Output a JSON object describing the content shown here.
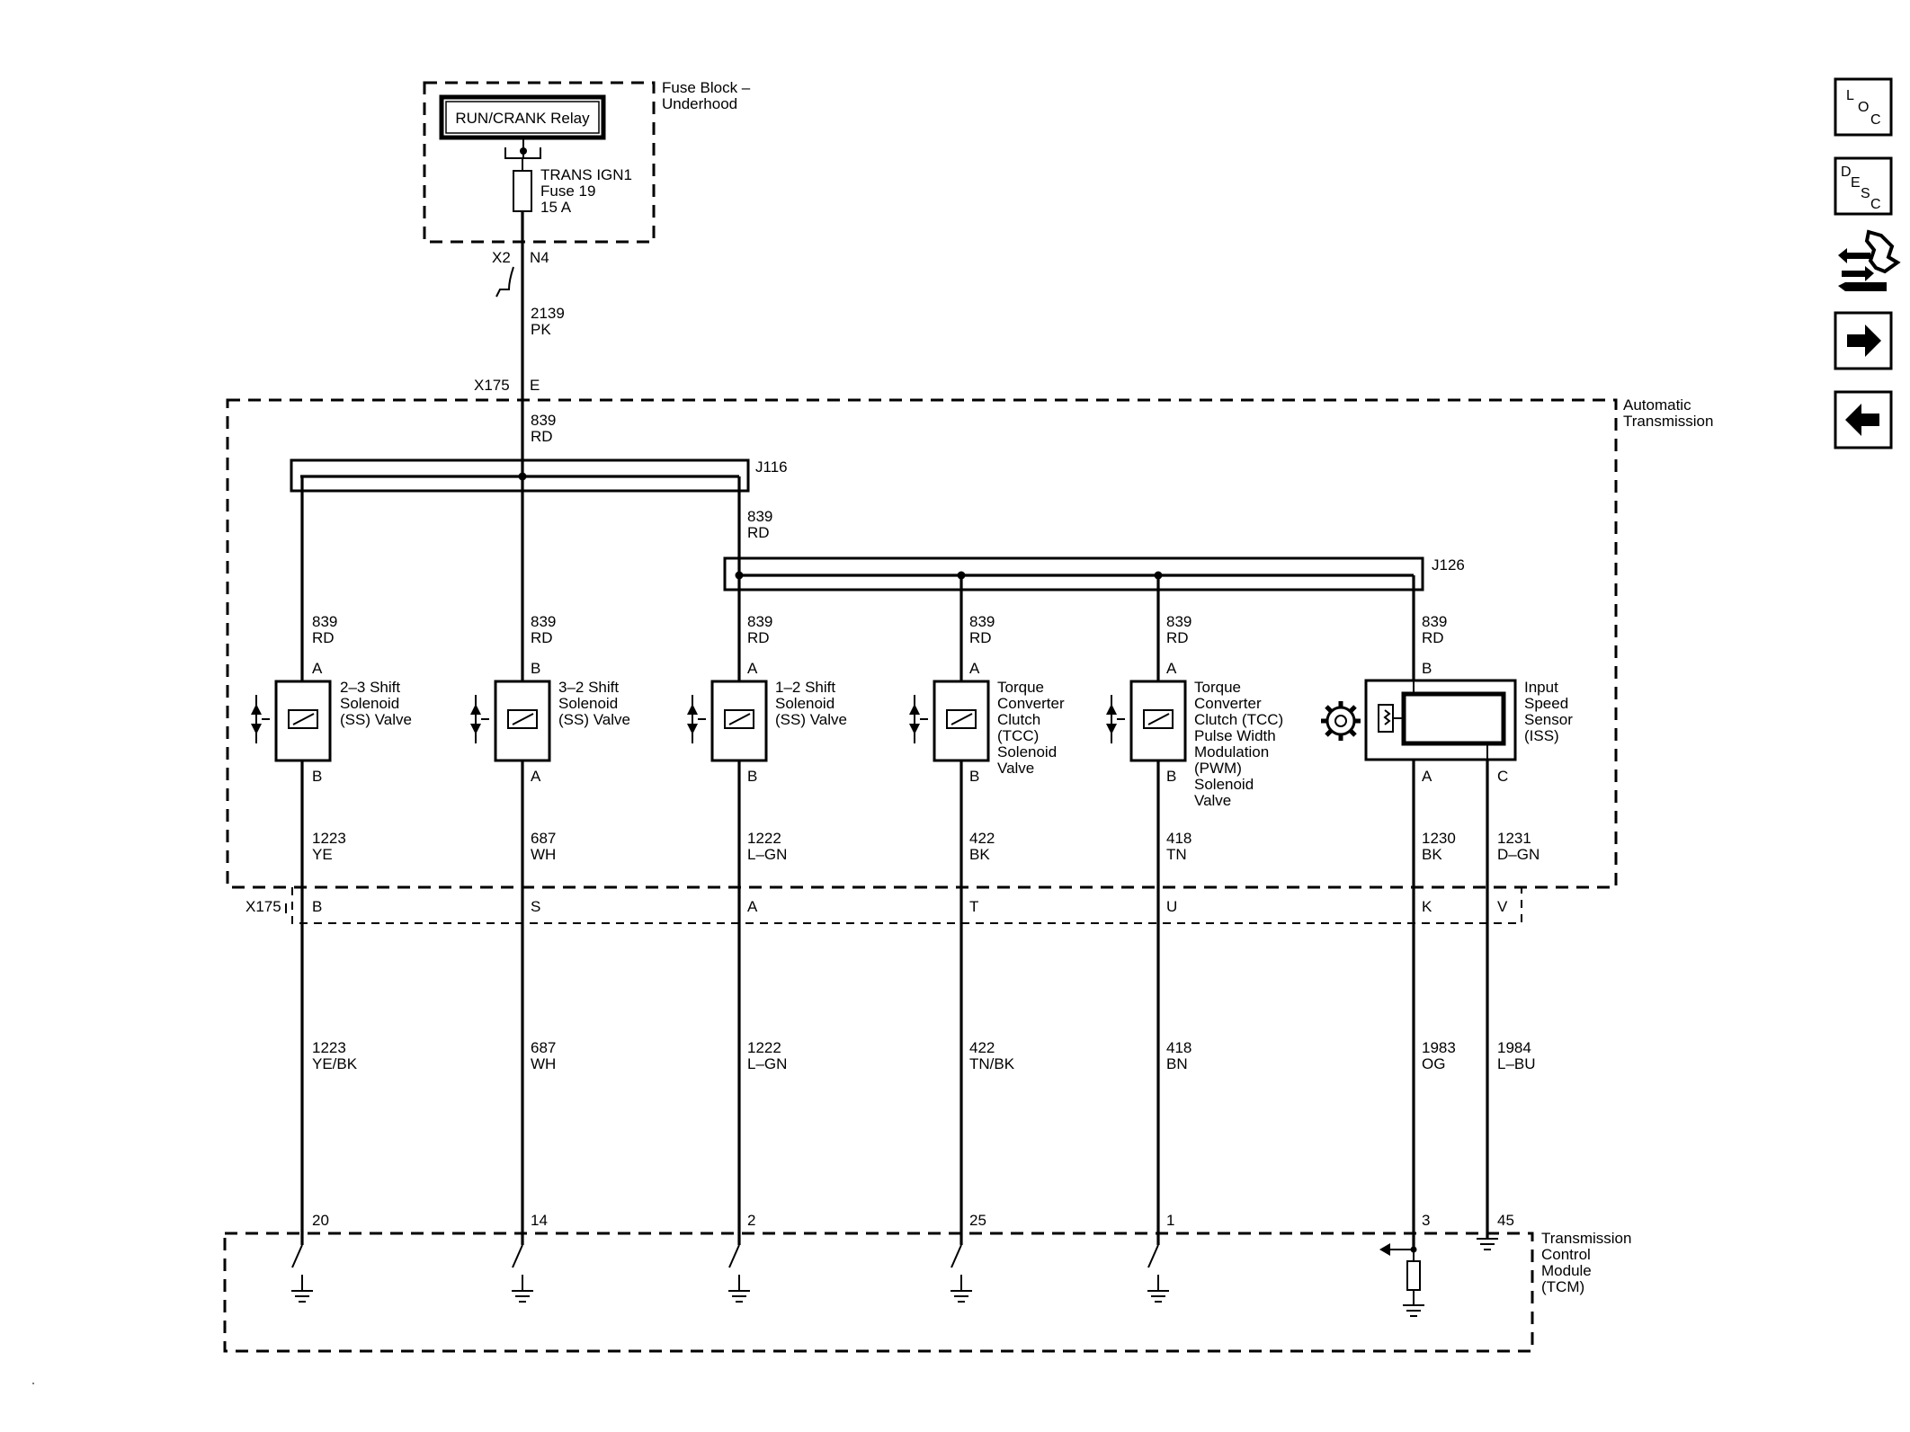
{
  "fuse_block": {
    "label": [
      "Fuse Block –",
      "Underhood"
    ],
    "relay": "RUN/CRANK Relay",
    "fuse": [
      "TRANS IGN1",
      "Fuse 19",
      "15 A"
    ],
    "connector": "X2",
    "pin": "N4"
  },
  "feed": {
    "circuit": "2139",
    "color": "PK"
  },
  "x175_top": {
    "connector": "X175",
    "pin": "E"
  },
  "trans": {
    "label": [
      "Automatic",
      "Transmission"
    ],
    "feed_circuit": "839",
    "feed_color": "RD",
    "splice1": "J116",
    "splice2_circuit": "839",
    "splice2_color": "RD",
    "splice2": "J126"
  },
  "x175_bottom": "X175",
  "branches": [
    {
      "top_circuit": "839",
      "top_color": "RD",
      "pin_top": "A",
      "name": [
        "2–3 Shift",
        "Solenoid",
        "(SS) Valve"
      ],
      "pin_bottom": "B",
      "circuit": "1223",
      "color": "YE",
      "x175_pin": "B",
      "tcm_circuit": "1223",
      "tcm_color": "YE/BK",
      "tcm_pin": "20"
    },
    {
      "top_circuit": "839",
      "top_color": "RD",
      "pin_top": "B",
      "name": [
        "3–2 Shift",
        "Solenoid",
        "(SS) Valve"
      ],
      "pin_bottom": "A",
      "circuit": "687",
      "color": "WH",
      "x175_pin": "S",
      "tcm_circuit": "687",
      "tcm_color": "WH",
      "tcm_pin": "14"
    },
    {
      "top_circuit": "839",
      "top_color": "RD",
      "pin_top": "A",
      "name": [
        "1–2 Shift",
        "Solenoid",
        "(SS) Valve"
      ],
      "pin_bottom": "B",
      "circuit": "1222",
      "color": "L–GN",
      "x175_pin": "A",
      "tcm_circuit": "1222",
      "tcm_color": "L–GN",
      "tcm_pin": "2"
    },
    {
      "top_circuit": "839",
      "top_color": "RD",
      "pin_top": "A",
      "name": [
        "Torque",
        "Converter",
        "Clutch",
        "(TCC)",
        "Solenoid",
        "Valve"
      ],
      "pin_bottom": "B",
      "circuit": "422",
      "color": "BK",
      "x175_pin": "T",
      "tcm_circuit": "422",
      "tcm_color": "TN/BK",
      "tcm_pin": "25"
    },
    {
      "top_circuit": "839",
      "top_color": "RD",
      "pin_top": "A",
      "name": [
        "Torque",
        "Converter",
        "Clutch (TCC)",
        "Pulse Width",
        "Modulation",
        "(PWM)",
        "Solenoid",
        "Valve"
      ],
      "pin_bottom": "B",
      "circuit": "418",
      "color": "TN",
      "x175_pin": "U",
      "tcm_circuit": "418",
      "tcm_color": "BN",
      "tcm_pin": "1"
    }
  ],
  "iss": {
    "top_circuit": "839",
    "top_color": "RD",
    "pin_top": "B",
    "name": [
      "Input",
      "Speed",
      "Sensor",
      "(ISS)"
    ],
    "pin_a": "A",
    "pin_c": "C",
    "circuit_a": "1230",
    "color_a": "BK",
    "x175_pin_a": "K",
    "circuit_c": "1231",
    "color_c": "D–GN",
    "x175_pin_c": "V",
    "tcm_circuit_a": "1983",
    "tcm_color_a": "OG",
    "tcm_pin_a": "3",
    "tcm_circuit_c": "1984",
    "tcm_color_c": "L–BU",
    "tcm_pin_c": "45"
  },
  "tcm": {
    "label": [
      "Transmission",
      "Control",
      "Module",
      "(TCM)"
    ]
  },
  "nav": [
    {
      "icon": "location-icon",
      "text": [
        "L",
        "O",
        "C"
      ]
    },
    {
      "icon": "description-icon",
      "text": [
        "D",
        "E",
        "S",
        "C"
      ]
    },
    {
      "icon": "connector-icon"
    },
    {
      "icon": "next-arrow-icon"
    },
    {
      "icon": "previous-arrow-icon"
    }
  ]
}
